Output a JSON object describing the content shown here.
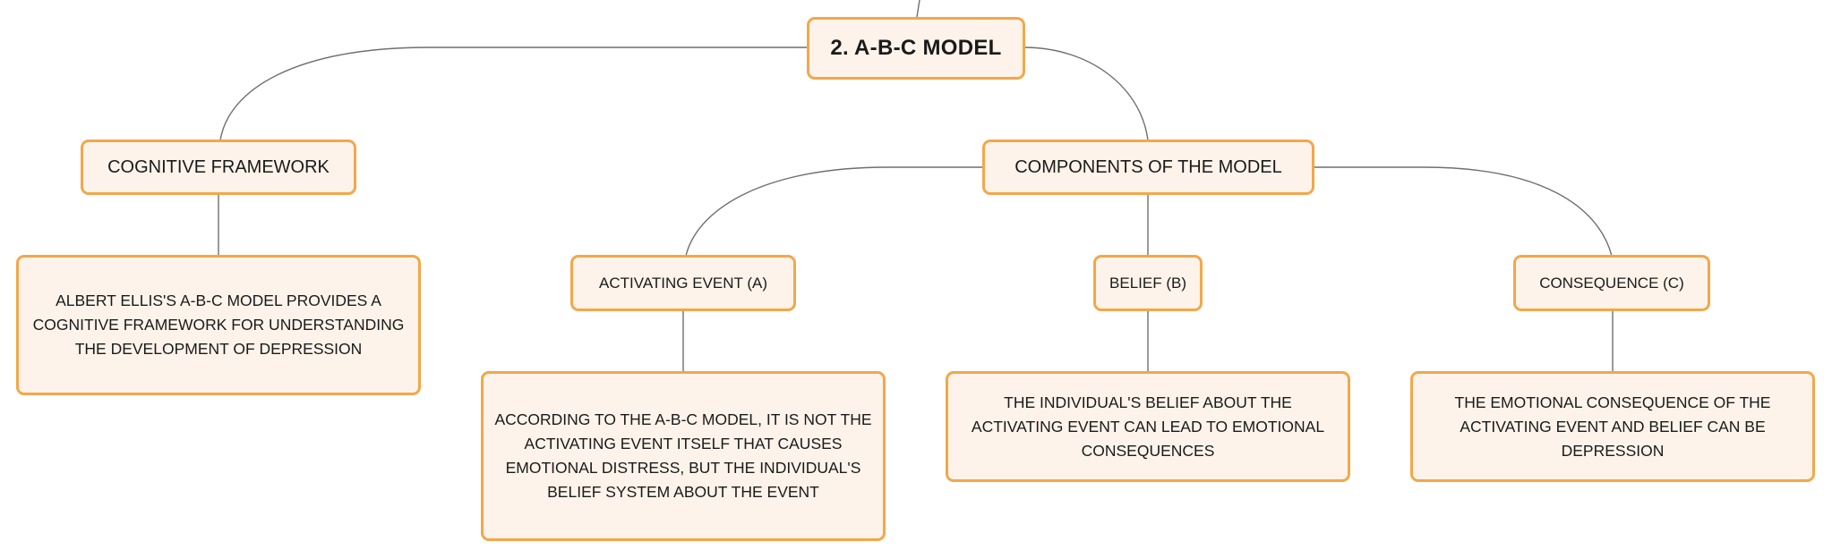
{
  "root": {
    "label": "2. A-B-C MODEL"
  },
  "branches": [
    {
      "label": "COGNITIVE FRAMEWORK",
      "detail": "ALBERT ELLIS'S A-B-C MODEL PROVIDES A COGNITIVE FRAMEWORK FOR UNDERSTANDING THE DEVELOPMENT OF DEPRESSION"
    },
    {
      "label": "COMPONENTS OF THE MODEL",
      "children": [
        {
          "label": "ACTIVATING EVENT (A)",
          "detail": "ACCORDING TO THE A-B-C MODEL, IT IS NOT THE ACTIVATING EVENT ITSELF THAT CAUSES EMOTIONAL DISTRESS, BUT THE INDIVIDUAL'S BELIEF SYSTEM ABOUT THE EVENT"
        },
        {
          "label": "BELIEF (B)",
          "detail": "THE INDIVIDUAL'S BELIEF ABOUT THE ACTIVATING EVENT CAN LEAD TO EMOTIONAL CONSEQUENCES"
        },
        {
          "label": "CONSEQUENCE (C)",
          "detail": "THE EMOTIONAL CONSEQUENCE OF THE ACTIVATING EVENT AND BELIEF CAN BE DEPRESSION"
        }
      ]
    }
  ],
  "colors": {
    "node_fill": "#fdf3ea",
    "node_border": "#f3a74a",
    "connector": "#6f6f6f"
  }
}
